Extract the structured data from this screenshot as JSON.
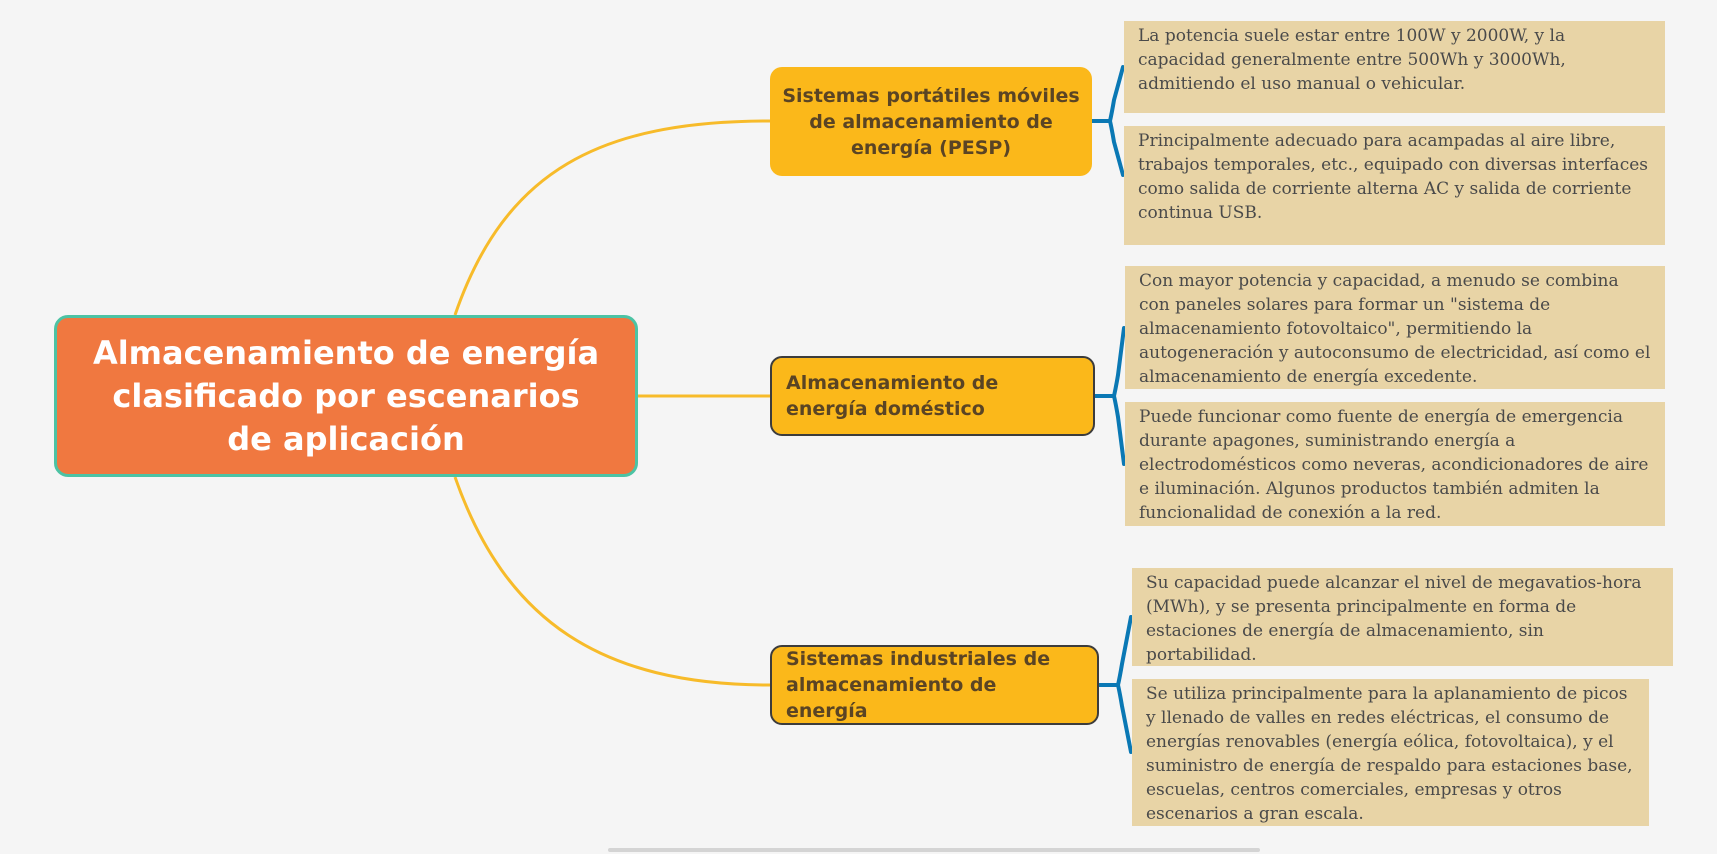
{
  "root": {
    "title": "Almacenamiento de energía clasificado por escenarios de aplicación"
  },
  "branches": [
    {
      "label": "Sistemas portátiles móviles de almacenamiento de energía (PESP)",
      "notes": [
        "La potencia suele estar entre 100W y 2000W, y la capacidad generalmente entre 500Wh y 3000Wh, admitiendo el uso manual o vehicular.",
        "Principalmente adecuado para acampadas al aire libre, trabajos temporales, etc., equipado con diversas interfaces como salida de corriente alterna AC y salida de corriente continua USB."
      ]
    },
    {
      "label": "Almacenamiento de energía doméstico",
      "notes": [
        "Con mayor potencia y capacidad, a menudo se combina con paneles solares para formar un \"sistema de almacenamiento fotovoltaico\", permitiendo la autogeneración y autoconsumo de electricidad, así como el almacenamiento de energía excedente.",
        "Puede funcionar como fuente de energía de emergencia durante apagones, suministrando energía a electrodomésticos como neveras, acondicionadores de aire e iluminación. Algunos productos también admiten la funcionalidad de conexión a la red."
      ]
    },
    {
      "label": "Sistemas industriales de almacenamiento de energía",
      "notes": [
        "Su capacidad puede alcanzar el nivel de megavatios-hora (MWh), y se presenta principalmente en forma de estaciones de energía de almacenamiento, sin portabilidad.",
        "Se utiliza principalmente para la aplanamiento de picos y llenado de valles en redes eléctricas, el consumo de energías renovables (energía eólica, fotovoltaica), y el suministro de energía de respaldo para estaciones base, escuelas, centros comerciales, empresas y otros escenarios a gran escala."
      ]
    }
  ],
  "colors": {
    "root_fill": "#f07840",
    "root_border": "#4cc3a4",
    "branch_fill": "#fbb81a",
    "main_connector": "#f7bb2a",
    "note_connector": "#0a78b4",
    "note_fill": "#e8d4a6",
    "background": "#f5f5f5"
  }
}
